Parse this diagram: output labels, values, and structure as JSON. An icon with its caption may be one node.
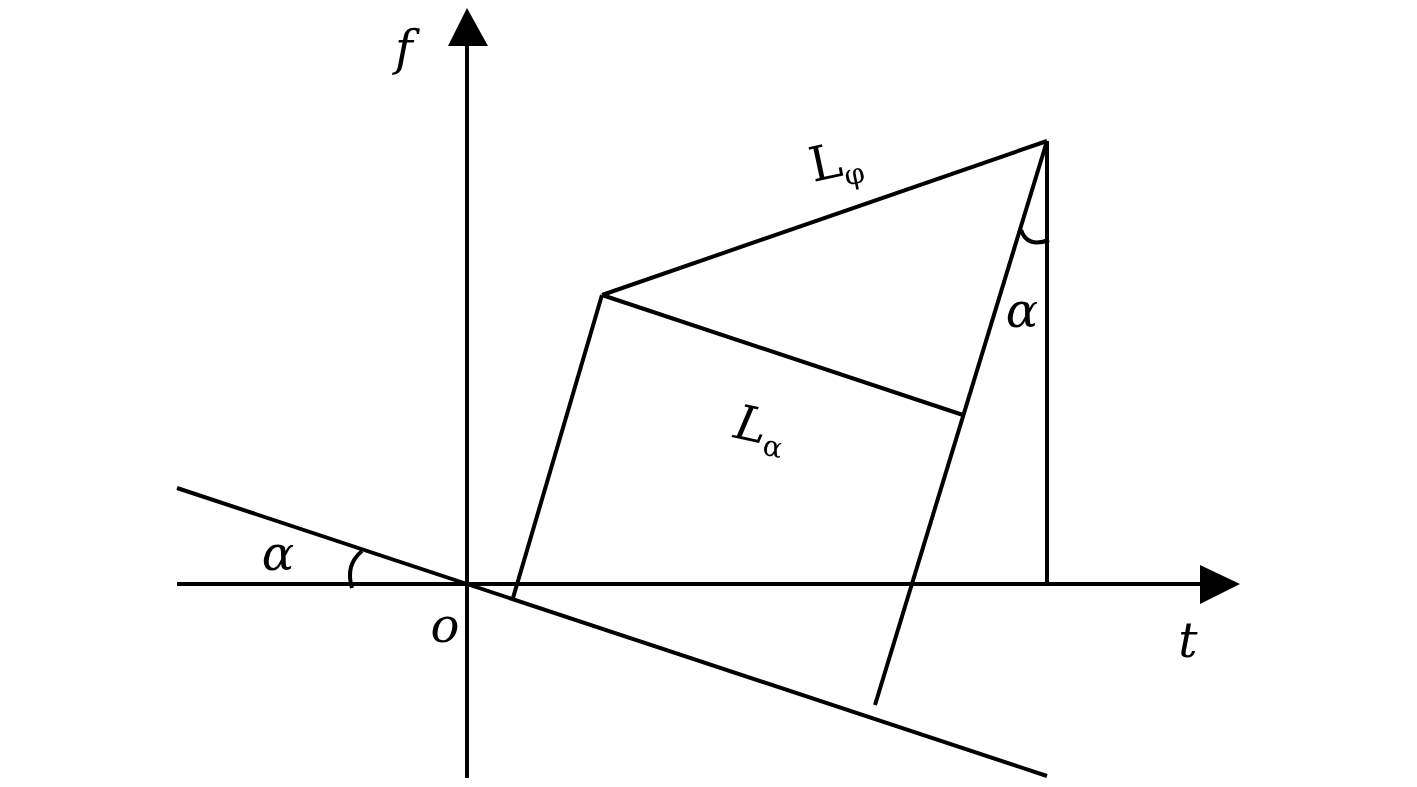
{
  "diagram": {
    "labels": [
      "f",
      "L$_{φ}$",
      "α",
      "*L*$_{α}$",
      "α",
      "o",
      "t"
    ]
  }
}
